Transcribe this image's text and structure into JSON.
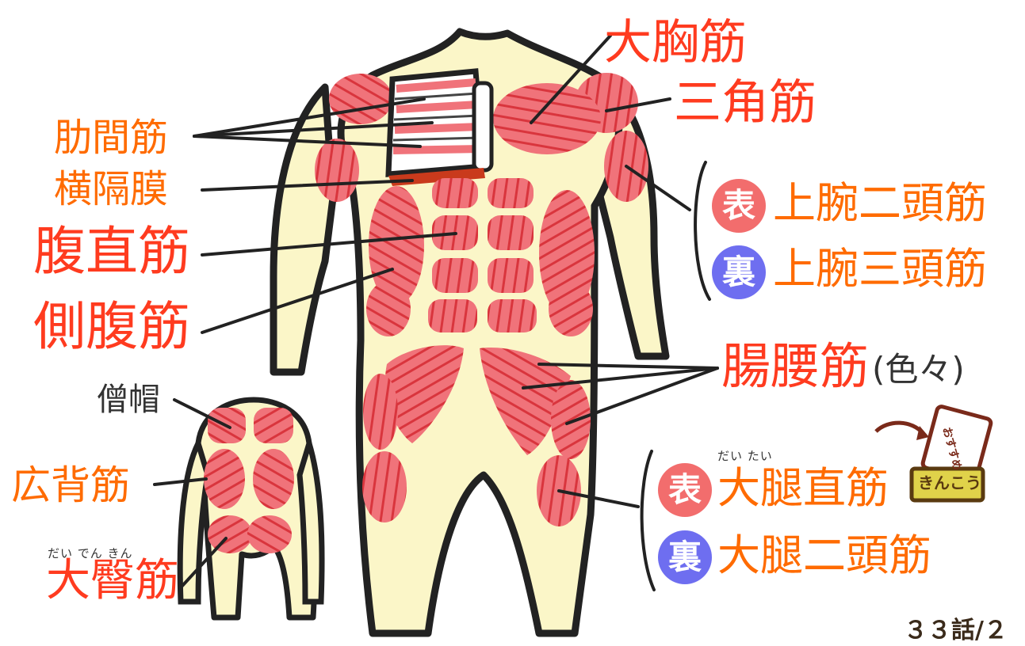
{
  "labels": {
    "daikyokin": "大胸筋",
    "sankakukin": "三角筋",
    "rokkankin": "肋間筋",
    "oukakumaku": "横隔膜",
    "fukuchokukin": "腹直筋",
    "sokufukukin": "側腹筋",
    "jowannitoukin": "上腕二頭筋",
    "jowansantoukin": "上腕三頭筋",
    "chouyoukin": "腸腰筋",
    "chouyoukin_note": "(色々)",
    "daitaichokukin": "大腿直筋",
    "daitainitoukin": "大腿二頭筋",
    "soubou": "僧帽",
    "kouhaikin": "広背筋",
    "daidenkin": "大臀筋"
  },
  "ruby": {
    "daitai": "だい  たい",
    "daiden": "だい でん きん"
  },
  "badges": {
    "front": "表",
    "back": "裏"
  },
  "sticker": {
    "top": "おすすめ",
    "bottom": "きんこう"
  },
  "page_number": "３３話/２",
  "colors": {
    "skin": "#fbf6c8",
    "muscle": "#f0737a",
    "muscle_light": "#f6a1a3",
    "fiber": "#d9353d",
    "outline": "#222222",
    "label_orange": "#ff6b00",
    "label_red": "#ff3b1f",
    "badge_front": "#f26d6d",
    "badge_back": "#6e6ef0"
  }
}
